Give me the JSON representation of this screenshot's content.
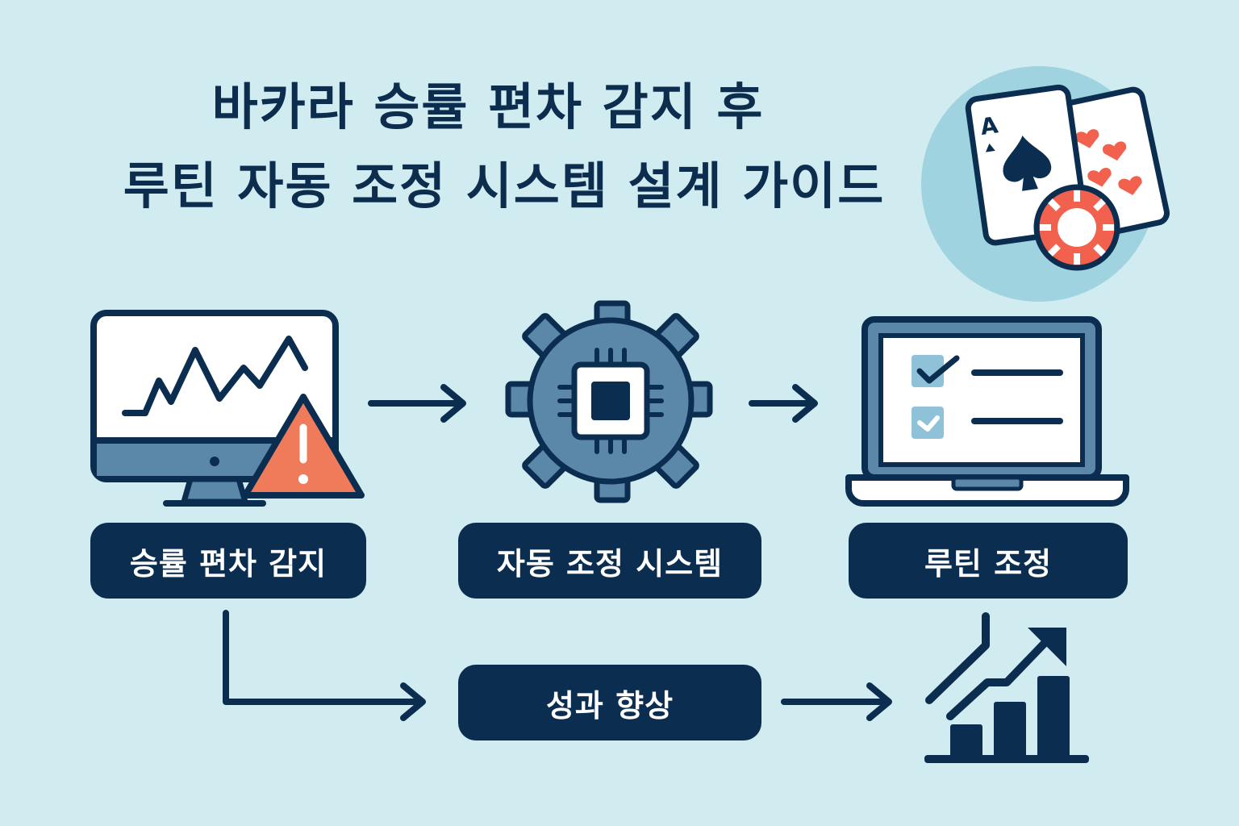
{
  "title": {
    "line1": "바카라 승률 편차 감지 후",
    "line2": "루틴 자동 조정 시스템 설계 가이드"
  },
  "nodes": {
    "detect": "승률 편차 감지",
    "system": "자동 조정 시스템",
    "routine": "루틴 조정",
    "improve": "성과 향상"
  },
  "card": {
    "rank": "A"
  },
  "colors": {
    "navy": "#0b2e50",
    "steel": "#5b88a8",
    "light_blue": "#8fc2d9",
    "warning": "#f07b5a",
    "background": "#d1ecf1",
    "chip": "#f2604e"
  }
}
